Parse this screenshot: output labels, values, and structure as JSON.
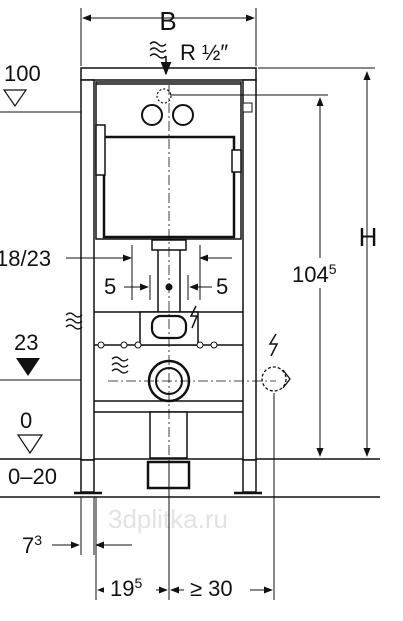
{
  "dimensions": {
    "width_label": "B",
    "supply_label": "R ½″",
    "height_label": "H",
    "height_value": "104",
    "height_value_sup": "5",
    "top_level": "100",
    "bracket_range": "18/23",
    "left_offset": "5",
    "right_offset": "5",
    "drain_level": "23",
    "floor_level": "0",
    "floor_range": "0–20",
    "side_gap": "7",
    "side_gap_sup": "3",
    "drain_offset": "19",
    "drain_offset_sup": "5",
    "clearance": "≥ 30"
  },
  "watermark": "3dplitka.ru",
  "colors": {
    "line": "#111111",
    "dim_line": "#222222",
    "panel": "#ffffff",
    "watermark": "#e3e3e3"
  }
}
